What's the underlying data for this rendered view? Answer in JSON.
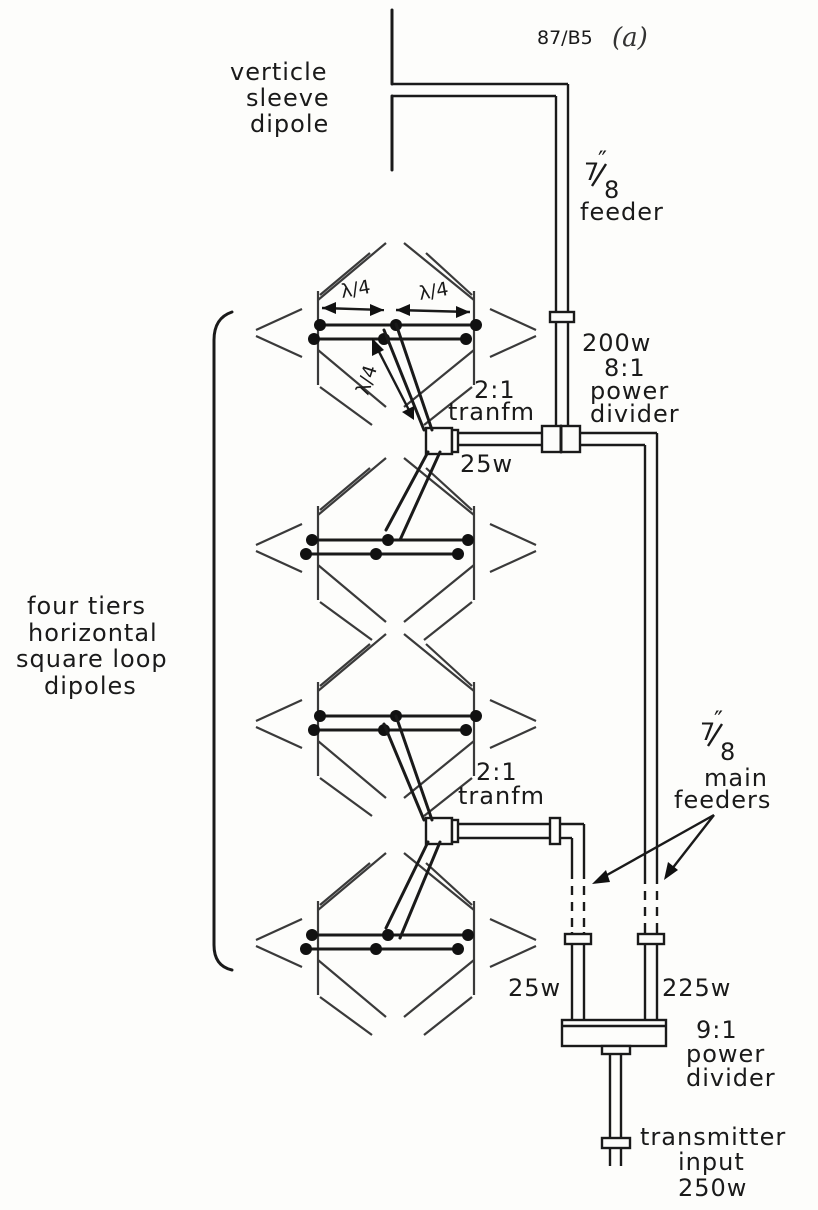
{
  "ref_code": "87/B5",
  "ref_suffix": "(a)",
  "dipole_label": [
    "verticle",
    "sleeve",
    "dipole"
  ],
  "feeder_label": [
    "7/8\"",
    "feeder"
  ],
  "feeder_num": "7",
  "feeder_den": "8",
  "feeder_word": "feeder",
  "tiers_label": [
    "four tiers",
    "horizontal",
    "square loop",
    "dipoles"
  ],
  "lambda_label": "λ/4",
  "top_divider": {
    "power": "200w",
    "ratio": "8:1",
    "line1": "power",
    "line2": "divider"
  },
  "upper_transformer": {
    "ratio": "2:1",
    "name": "tranfm",
    "power": "25w"
  },
  "lower_transformer": {
    "ratio": "2:1",
    "name": "tranfm"
  },
  "main_feeders": {
    "num": "7",
    "den": "8",
    "line1": "main",
    "line2": "feeders"
  },
  "left_branch_power": "25w",
  "right_branch_power": "225w",
  "bottom_divider": {
    "ratio": "9:1",
    "line1": "power",
    "line2": "divider"
  },
  "transmitter": {
    "line1": "transmitter",
    "line2": "input",
    "power": "250w"
  }
}
